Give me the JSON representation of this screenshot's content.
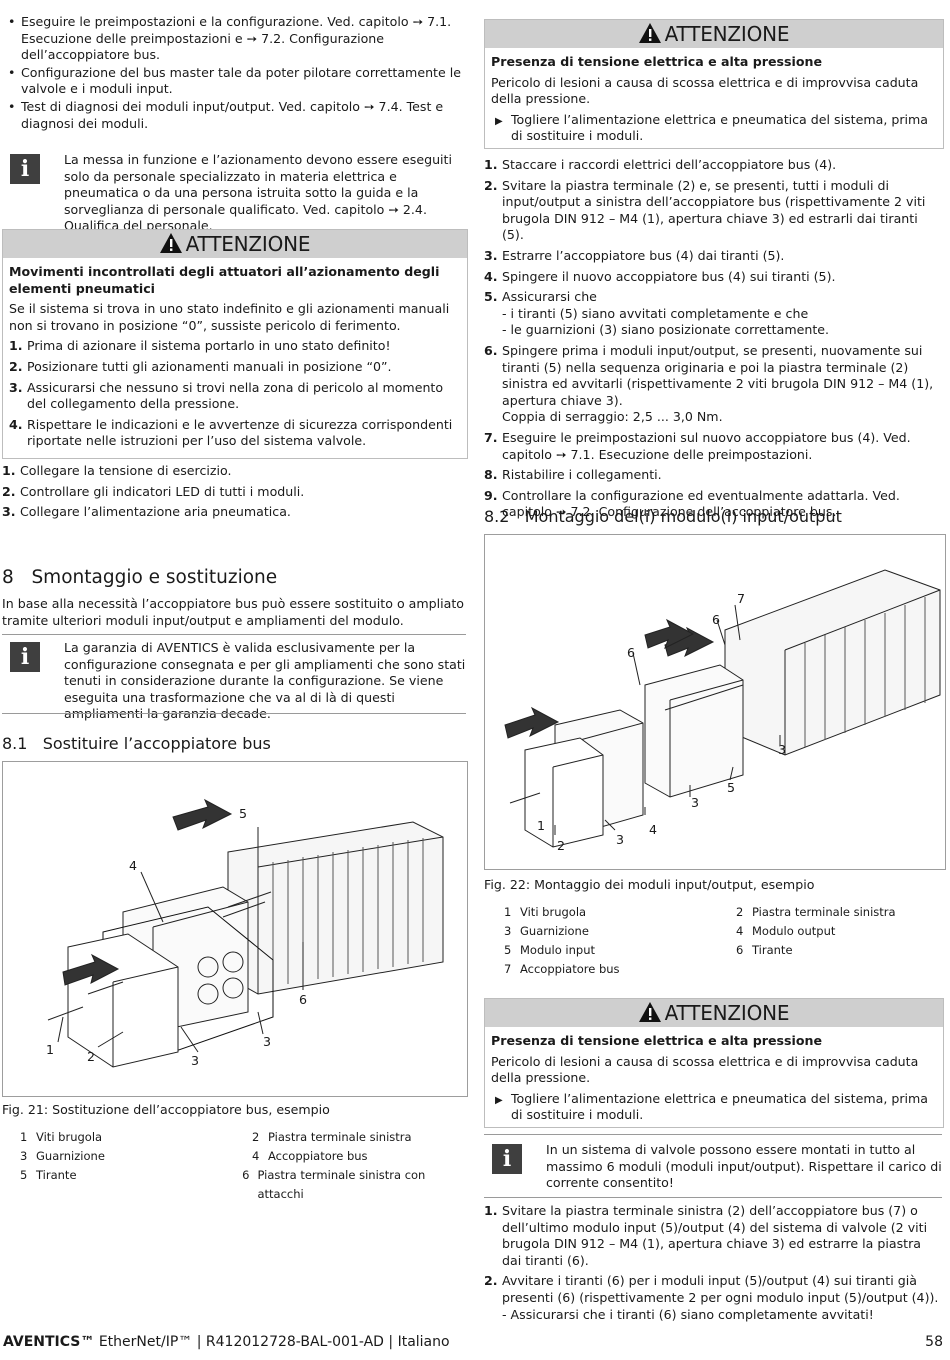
{
  "left": {
    "bullets": [
      "Eseguire le preimpostazioni e la configurazione. Ved. capitolo ➙ 7.1. Esecuzione delle preimpostazioni e ➙ 7.2. Configurazione dell’accoppiatore bus.",
      "Configurazione del bus master tale da poter pilotare correttamente le valvole e i moduli input.",
      "Test di diagnosi dei moduli input/output. Ved. capitolo ➙ 7.4. Test e diagnosi dei moduli."
    ],
    "info1": "La messa in funzione e l’azionamento devono essere eseguiti solo da personale specializzato in materia elettrica e pneumatica o da una persona istruita sotto la guida e la sorveglianza di personale qualificato. Ved. capitolo ➙ 2.4. Qualifica del personale.",
    "warning1": {
      "title": "ATTENZIONE",
      "subtitle": "Movimenti incontrollati degli attuatori all’azionamento degli elementi pneumatici",
      "body": "Se il sistema si trova in uno stato indefinito e gli azionamenti manuali non si trovano in posizione “0”, sussiste pericolo di ferimento.",
      "steps": [
        "Prima di azionare il sistema portarlo in uno stato definito!",
        "Posizionare tutti gli azionamenti manuali in posizione “0”.",
        "Assicurarsi che nessuno si trovi nella zona di pericolo al momento del collegamento della pressione.",
        "Rispettare le indicazioni e le avvertenze di sicurezza corrispondenti riportate nelle istruzioni per l’uso del sistema valvole."
      ]
    },
    "steps": [
      "Collegare la tensione di esercizio.",
      "Controllare gli indicatori LED di tutti i moduli.",
      "Collegare l’alimentazione aria pneumatica."
    ],
    "section8": {
      "num": "8",
      "title": "Smontaggio e sostituzione"
    },
    "section8_text": "In base alla necessità l’accoppiatore bus può essere sostituito o ampliato tramite ulteriori moduli input/output e ampliamenti del modulo.",
    "info2": "La garanzia di AVENTICS è valida esclusivamente per la configurazione consegnata e per gli ampliamenti che sono stati tenuti in considerazione durante la configurazione. Se viene eseguita una trasformazione che va al di là di questi ampliamenti la garanzia decade.",
    "section81": {
      "num": "8.1",
      "title": "Sostituire l’accoppiatore bus"
    },
    "fig21": {
      "labels": {
        "l1": "1",
        "l2": "2",
        "l3a": "3",
        "l3b": "3",
        "l4": "4",
        "l5": "5",
        "l6": "6"
      },
      "caption": "Fig. 21: Sostituzione dell’accoppiatore bus, esempio",
      "legend": [
        {
          "k": "1",
          "v": "Viti brugola"
        },
        {
          "k": "2",
          "v": "Piastra terminale sinistra"
        },
        {
          "k": "3",
          "v": "Guarnizione"
        },
        {
          "k": "4",
          "v": "Accoppiatore bus"
        },
        {
          "k": "5",
          "v": "Tirante"
        },
        {
          "k": "6",
          "v": "Piastra terminale sinistra con attacchi"
        }
      ]
    }
  },
  "right": {
    "warning2": {
      "title": "ATTENZIONE",
      "subtitle": "Presenza di tensione elettrica e alta pressione",
      "body": "Pericolo di lesioni a causa di scossa elettrica e di improvvisa caduta della pressione.",
      "action": "Togliere l’alimentazione elettrica e pneumatica del sistema, prima di sostituire i moduli."
    },
    "steps": [
      "Staccare i raccordi elettrici dell’accoppiatore bus (4).",
      "Svitare la piastra terminale (2) e, se presenti, tutti i moduli di input/output a sinistra dell’accoppiatore bus (rispettivamente 2 viti brugola DIN 912 – M4 (1), apertura chiave 3) ed estrarli dai tiranti (5).",
      "Estrarre l’accoppiatore bus (4) dai tiranti (5).",
      "Spingere il nuovo accoppiatore bus (4) sui tiranti (5).",
      "Assicurarsi che\n- i tiranti (5) siano avvitati completamente e che\n- le guarnizioni (3) siano posizionate correttamente.",
      "Spingere prima i moduli input/output, se presenti, nuovamente sui tiranti (5) nella sequenza originaria e poi la piastra terminale (2) sinistra ed avvitarli (rispettivamente 2 viti brugola DIN 912 – M4 (1), apertura chiave 3).\nCoppia di serraggio: 2,5 ... 3,0 Nm.",
      "Eseguire le preimpostazioni sul nuovo accoppiatore bus (4). Ved. capitolo ➙ 7.1. Esecuzione delle preimpostazioni.",
      "Ristabilire i collegamenti.",
      "Controllare la configurazione ed eventualmente adattarla. Ved. capitolo ➙ 7.2. Configurazione dell’accoppiatore bus."
    ],
    "section82": {
      "num": "8.2",
      "title": "Montaggio del(i) modulo(i) input/output"
    },
    "fig22": {
      "labels": {
        "l1": "1",
        "l2": "2",
        "l3a": "3",
        "l3b": "3",
        "l3c": "3",
        "l4": "4",
        "l5": "5",
        "l6a": "6",
        "l6b": "6",
        "l7": "7"
      },
      "caption": "Fig. 22: Montaggio dei moduli input/output, esempio",
      "legend": [
        {
          "k": "1",
          "v": "Viti brugola"
        },
        {
          "k": "2",
          "v": "Piastra terminale sinistra"
        },
        {
          "k": "3",
          "v": "Guarnizione"
        },
        {
          "k": "4",
          "v": "Modulo output"
        },
        {
          "k": "5",
          "v": "Modulo input"
        },
        {
          "k": "6",
          "v": "Tirante"
        },
        {
          "k": "7",
          "v": "Accoppiatore bus"
        }
      ]
    },
    "warning3": {
      "title": "ATTENZIONE",
      "subtitle": "Presenza di tensione elettrica e alta pressione",
      "body": "Pericolo di lesioni a causa di scossa elettrica e di improvvisa caduta della pressione.",
      "action": "Togliere l’alimentazione elettrica e pneumatica del sistema, prima di sostituire i moduli."
    },
    "info3": "In un sistema di valvole possono essere montati in tutto al massimo 6 moduli (moduli input/output). Rispettare il carico di corrente consentito!",
    "steps2": [
      "Svitare la piastra terminale sinistra (2) dell’accoppiatore bus (7) o dell’ultimo modulo input (5)/output (4) del sistema di valvole (2 viti brugola DIN 912 – M4 (1), apertura chiave 3) ed estrarre la piastra dai tiranti (6).",
      "Avvitare i tiranti (6) per i moduli input (5)/output (4) sui tiranti già presenti (6) (rispettivamente 2 per ogni modulo input (5)/output (4)).\n- Assicurarsi che i tiranti (6) siano completamente avvitati!"
    ]
  },
  "footer": {
    "brand": "AVENTICS™",
    "text": " EtherNet/IP™ | R412012728-BAL-001-AD | Italiano",
    "page": "58"
  },
  "icons": {
    "info": "info-icon",
    "warning": "warning-triangle-icon",
    "arrow": "arrow-right-icon"
  },
  "colors": {
    "warning_header": "#cfcfcf",
    "info_box": "#3f3f3f"
  }
}
